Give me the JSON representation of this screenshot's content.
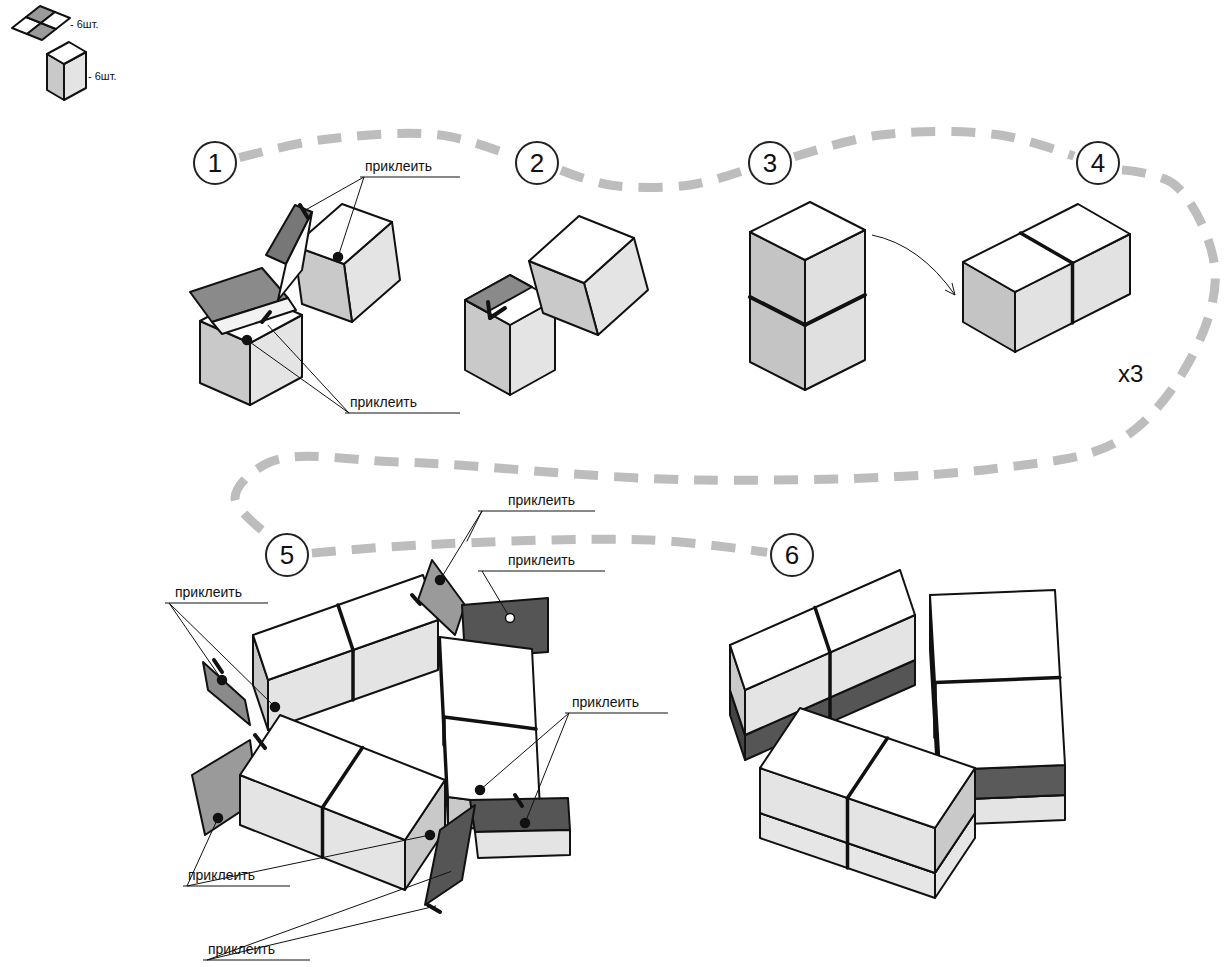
{
  "diagram": {
    "nodes": [
      {
        "text": [
          "1"
        ]
      },
      {
        "text": [
          "2"
        ]
      },
      {
        "text": [
          "3"
        ]
      },
      {
        "text": [
          "4"
        ]
      },
      {
        "text": [
          "5"
        ]
      },
      {
        "text": [
          "6"
        ]
      }
    ],
    "edges": [
      {
        "from": 0,
        "to": 1,
        "arrow": "none"
      },
      {
        "from": 1,
        "to": 2,
        "arrow": "none"
      },
      {
        "from": 2,
        "to": 3,
        "arrow": "none"
      },
      {
        "from": 3,
        "to": 4,
        "arrow": "none"
      },
      {
        "from": 4,
        "to": 5,
        "arrow": "none"
      }
    ],
    "labels": [
      "- 6шт.",
      "- 6шт.",
      "приклеить",
      "приклеить",
      "x3",
      "приклеить",
      "приклеить",
      "приклеить",
      "приклеить",
      "приклеить",
      "приклеить"
    ]
  }
}
